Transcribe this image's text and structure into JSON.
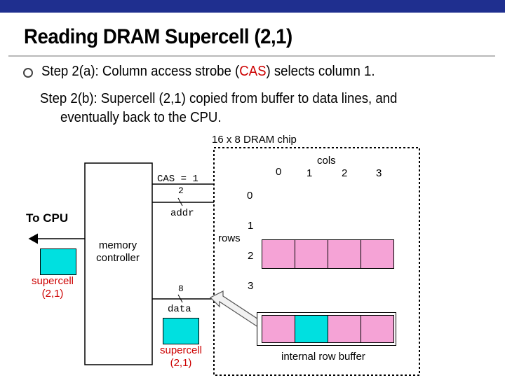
{
  "title": "Reading DRAM Supercell (2,1)",
  "step_a": {
    "before": "Step 2(a): Column access strobe (",
    "highlight": "CAS",
    "after": ") selects column 1."
  },
  "step_b_line1": "Step 2(b): Supercell (2,1) copied from buffer to data lines, and",
  "step_b_line2": "eventually back to the CPU.",
  "chip_label": "16 x 8 DRAM chip",
  "cas_label": "CAS = 1",
  "addr_width": "2",
  "addr_label": "addr",
  "data_width": "8",
  "data_label": "data",
  "memory_controller": [
    "memory",
    "controller"
  ],
  "to_cpu": "To CPU",
  "cpu_supercell": [
    "supercell",
    "(2,1)"
  ],
  "bottom_supercell": [
    "supercell",
    "(2,1)"
  ],
  "cols_label": "cols",
  "col_numbers": [
    "0",
    "1",
    "2",
    "3"
  ],
  "rows_label": "rows",
  "row_numbers": [
    "0",
    "1",
    "2",
    "3"
  ],
  "row_buffer_label": "internal row buffer",
  "colors": {
    "pink": "#f5a3d6",
    "cyan": "#00e0e0",
    "header_bar": "#1f2f8f",
    "highlight_red": "#cc0000"
  }
}
